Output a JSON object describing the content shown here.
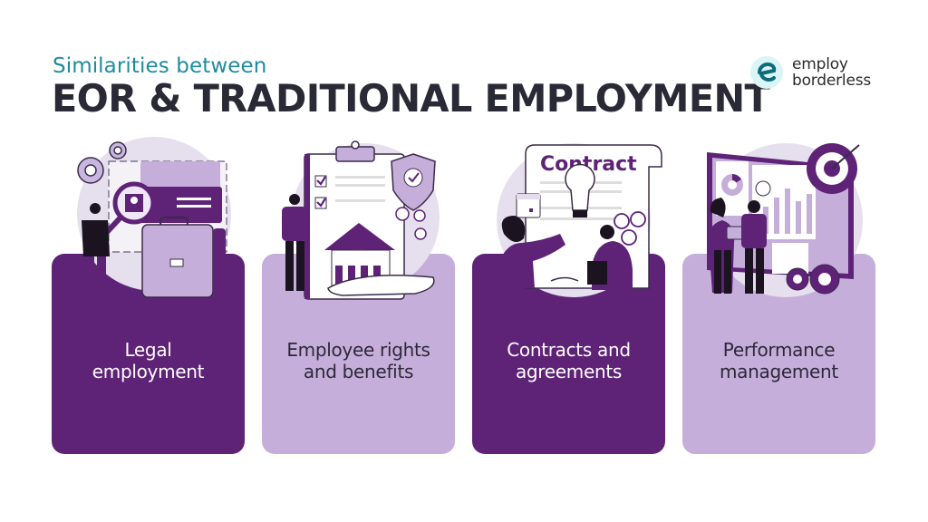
{
  "header": {
    "subtitle": "Similarities between",
    "title": "EOR & TRADITIONAL EMPLOYMENT"
  },
  "logo": {
    "icon": "employ-borderless-e-icon",
    "line1": "employ",
    "line2": "borderless"
  },
  "colors": {
    "dark_purple": "#5e2277",
    "light_purple": "#c6aedb",
    "pale_purple": "#e8e1f0",
    "title_text": "#2a2a36",
    "subtitle_teal": "#1f8c9c",
    "logo_bg": "#daf5f5",
    "logo_icon": "#0e6b7a"
  },
  "cards": [
    {
      "label_line1": "Legal",
      "label_line2": "employment",
      "style": "dark",
      "illustration": "magnifier-id-card-briefcase-illustration"
    },
    {
      "label_line1": "Employee rights",
      "label_line2": "and benefits",
      "style": "light",
      "illustration": "clipboard-house-shield-illustration"
    },
    {
      "label_line1": "Contracts and",
      "label_line2": "agreements",
      "style": "dark",
      "illustration": "contract-handshake-lightbulb-illustration",
      "contract_heading": "Contract"
    },
    {
      "label_line1": "Performance",
      "label_line2": "management",
      "style": "light",
      "illustration": "dashboard-target-gears-illustration"
    }
  ]
}
